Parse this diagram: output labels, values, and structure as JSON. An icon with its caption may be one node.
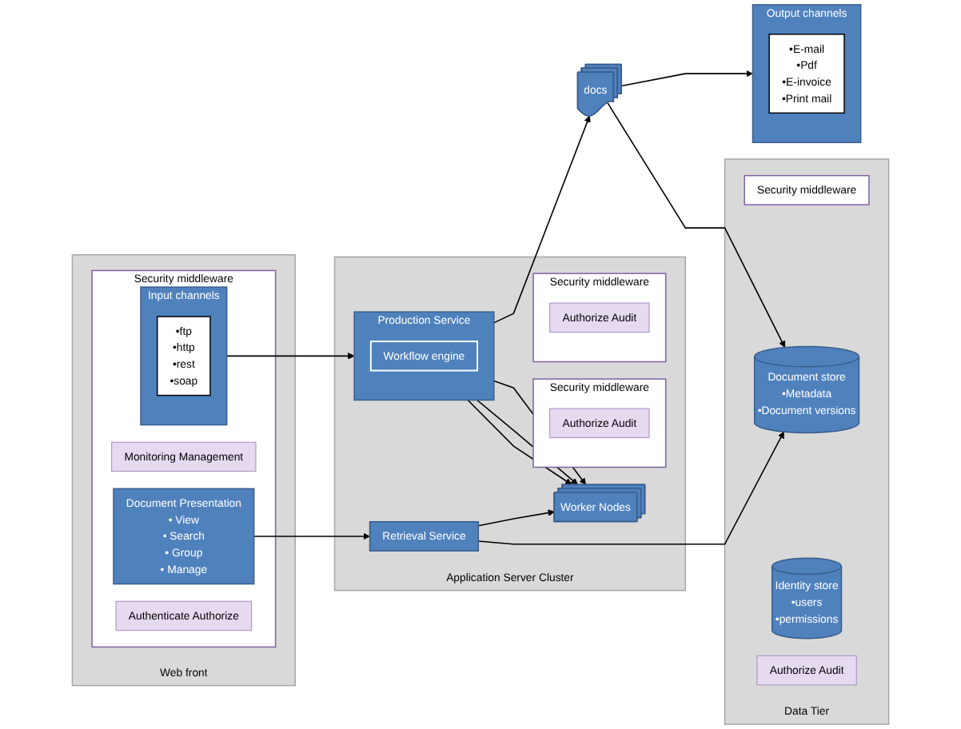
{
  "diagram": {
    "nodes": [
      {
        "text": [
          "Web front"
        ]
      },
      {
        "text": [
          "Security middleware"
        ],
        "in": 0
      },
      {
        "text": [
          "Input channels"
        ],
        "in": 1
      },
      {
        "text": [
          "•ftp",
          "•http",
          "•rest",
          "•soap"
        ],
        "in": 2
      },
      {
        "text": [
          "Monitoring Management"
        ],
        "in": 1
      },
      {
        "text": [
          "Document Presentation",
          "• View",
          "• Search",
          "• Group",
          "• Manage"
        ],
        "in": 1
      },
      {
        "text": [
          "Authenticate Authorize"
        ],
        "in": 1
      },
      {
        "text": [
          "Application Server Cluster"
        ]
      },
      {
        "text": [
          "Security middleware"
        ],
        "in": 7
      },
      {
        "text": [
          "Security middleware"
        ],
        "in": 7
      },
      {
        "text": [
          "Production Service"
        ],
        "in": 7
      },
      {
        "text": [
          "Workflow engine"
        ],
        "in": 10
      },
      {
        "text": [
          "Worker Nodes"
        ],
        "in": 7
      },
      {
        "text": [
          "Retrieval Service"
        ],
        "in": 7
      },
      {
        "text": [
          "Authorize Audit"
        ],
        "in": 8
      },
      {
        "text": [
          "Authorize Audit"
        ],
        "in": 9
      },
      {
        "text": [
          "Output channels"
        ]
      },
      {
        "text": [
          "•E-mail",
          "•Pdf",
          "•E-invoice",
          "•Print mail"
        ],
        "in": 16
      },
      {
        "text": [
          "docs"
        ]
      },
      {
        "text": [
          "Data Tier"
        ]
      },
      {
        "text": [
          "Security middleware"
        ],
        "in": 19
      },
      {
        "text": [
          "Document store",
          "•Metadata",
          "•Document versions"
        ],
        "in": 19
      },
      {
        "text": [
          "Identity store",
          "•users",
          "•permissions"
        ],
        "in": 19
      },
      {
        "text": [
          "Authorize Audit"
        ],
        "in": 19
      }
    ],
    "edges": [
      {
        "from": 2,
        "to": 10,
        "arrow": "to"
      },
      {
        "from": 10,
        "to": 18,
        "arrow": "to"
      },
      {
        "from": 10,
        "to": 12,
        "arrow": "to"
      },
      {
        "from": 10,
        "to": 12,
        "arrow": "to"
      },
      {
        "from": 10,
        "to": 12,
        "arrow": "to"
      },
      {
        "from": 13,
        "to": 12,
        "arrow": "to"
      },
      {
        "from": 5,
        "to": 13,
        "arrow": "to"
      },
      {
        "from": 13,
        "to": 21,
        "arrow": "to"
      },
      {
        "from": 18,
        "to": 16,
        "arrow": "to"
      },
      {
        "from": 18,
        "to": 21,
        "arrow": "to"
      }
    ]
  }
}
